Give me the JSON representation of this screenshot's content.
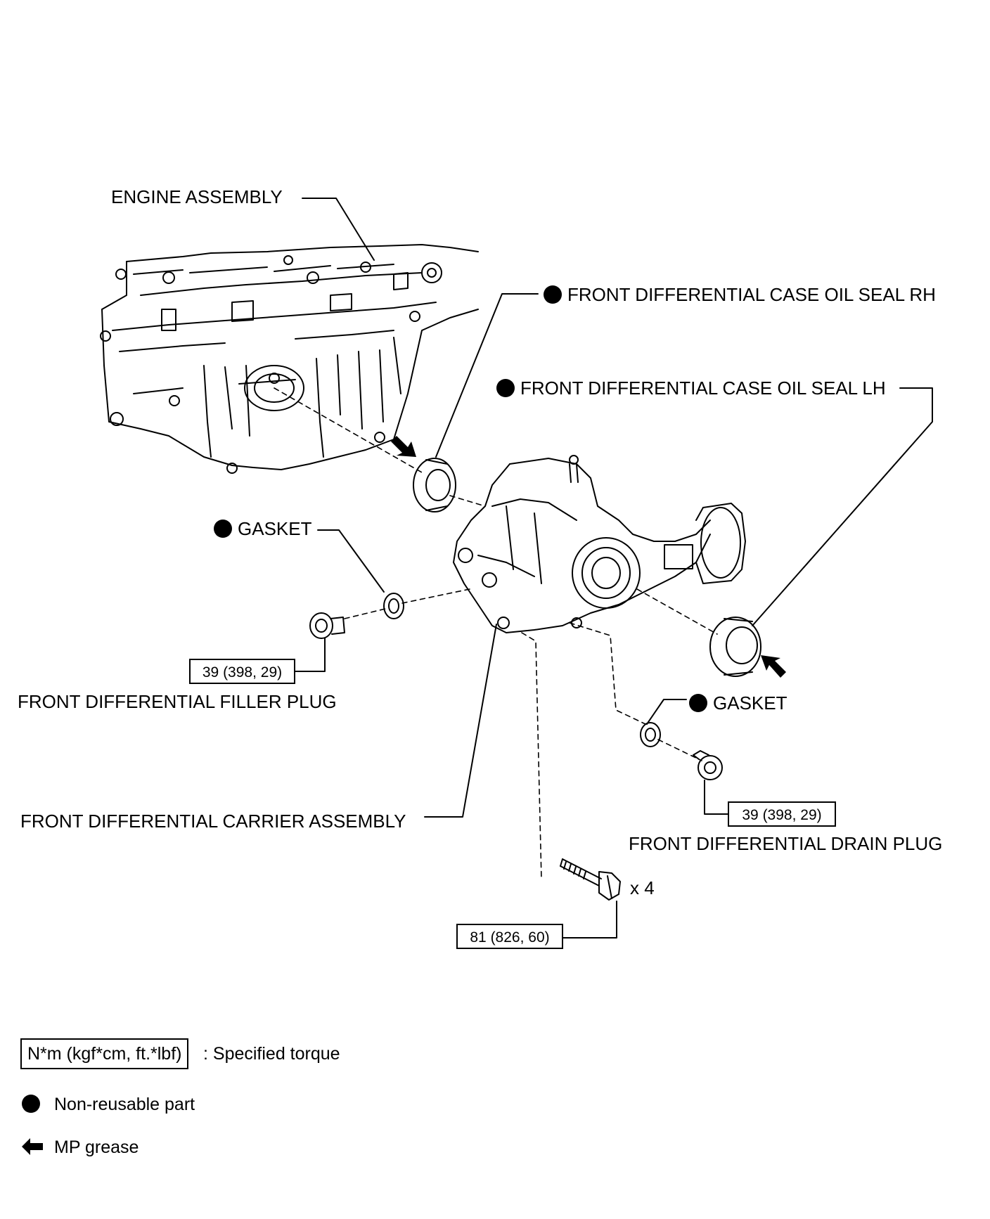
{
  "labels": {
    "engine_assembly": "ENGINE ASSEMBLY",
    "oil_seal_rh": "FRONT DIFFERENTIAL CASE OIL SEAL RH",
    "oil_seal_lh": "FRONT DIFFERENTIAL CASE OIL SEAL LH",
    "gasket_upper": "GASKET",
    "gasket_lower": "GASKET",
    "filler_plug": "FRONT DIFFERENTIAL FILLER PLUG",
    "carrier_assembly": "FRONT DIFFERENTIAL CARRIER ASSEMBLY",
    "drain_plug": "FRONT DIFFERENTIAL DRAIN PLUG",
    "bolt_qty": "x 4"
  },
  "torques": {
    "filler_plug": "39 (398, 29)",
    "drain_plug": "39 (398, 29)",
    "bolts": "81 (826, 60)"
  },
  "legend": {
    "torque_units": "N*m (kgf*cm, ft.*lbf)",
    "torque_desc": ": Specified torque",
    "nonreusable_desc": "Non-reusable part",
    "grease_desc": "MP grease"
  },
  "icons": [
    "non-reusable-dot-icon",
    "mp-grease-arrow-icon"
  ]
}
